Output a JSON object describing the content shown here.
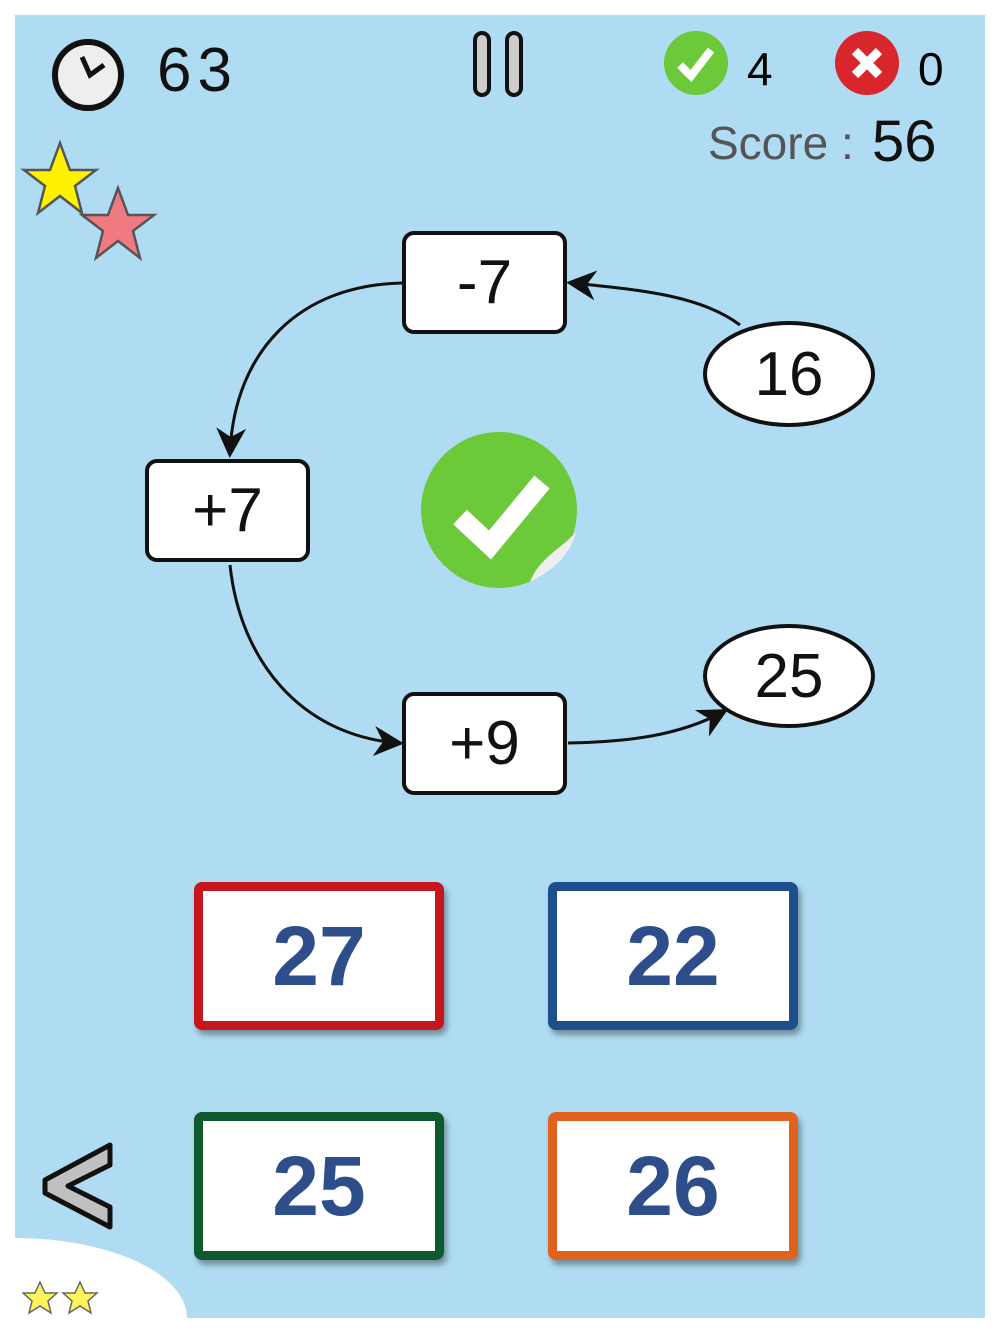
{
  "hud": {
    "timer": "63",
    "correct_count": "4",
    "wrong_count": "0",
    "score_label": "Score :",
    "score_value": "56"
  },
  "puzzle": {
    "start_value": "16",
    "operations": [
      "-7",
      "+7",
      "+9"
    ],
    "result_value": "25",
    "feedback": "check-icon"
  },
  "answers": [
    {
      "label": "27",
      "color": "#c4161c"
    },
    {
      "label": "22",
      "color": "#1d4f8a"
    },
    {
      "label": "25",
      "color": "#0e5a2e"
    },
    {
      "label": "26",
      "color": "#e0621f"
    }
  ]
}
